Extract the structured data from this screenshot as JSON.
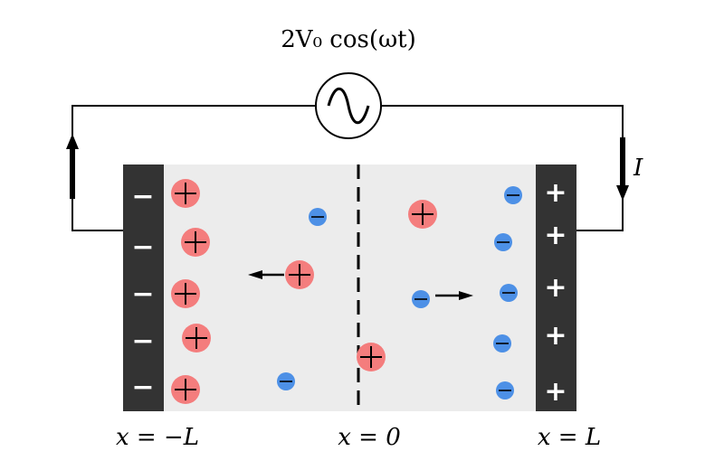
{
  "source_label": "2V₀ cos(ωt)",
  "current_label": "I",
  "position_labels": {
    "left": "x = −L",
    "center": "x = 0",
    "right": "x = L"
  },
  "electrodes": {
    "left_sign": "−",
    "right_sign": "+"
  },
  "colors": {
    "cation": "#f47d7d",
    "anion": "#4d90e6",
    "electrode": "#333333",
    "electrolyte": "#ececec",
    "wire": "#000000"
  },
  "icons": {
    "source": "ac-source-icon",
    "cation": "plus-ion-icon",
    "anion": "minus-ion-icon"
  }
}
